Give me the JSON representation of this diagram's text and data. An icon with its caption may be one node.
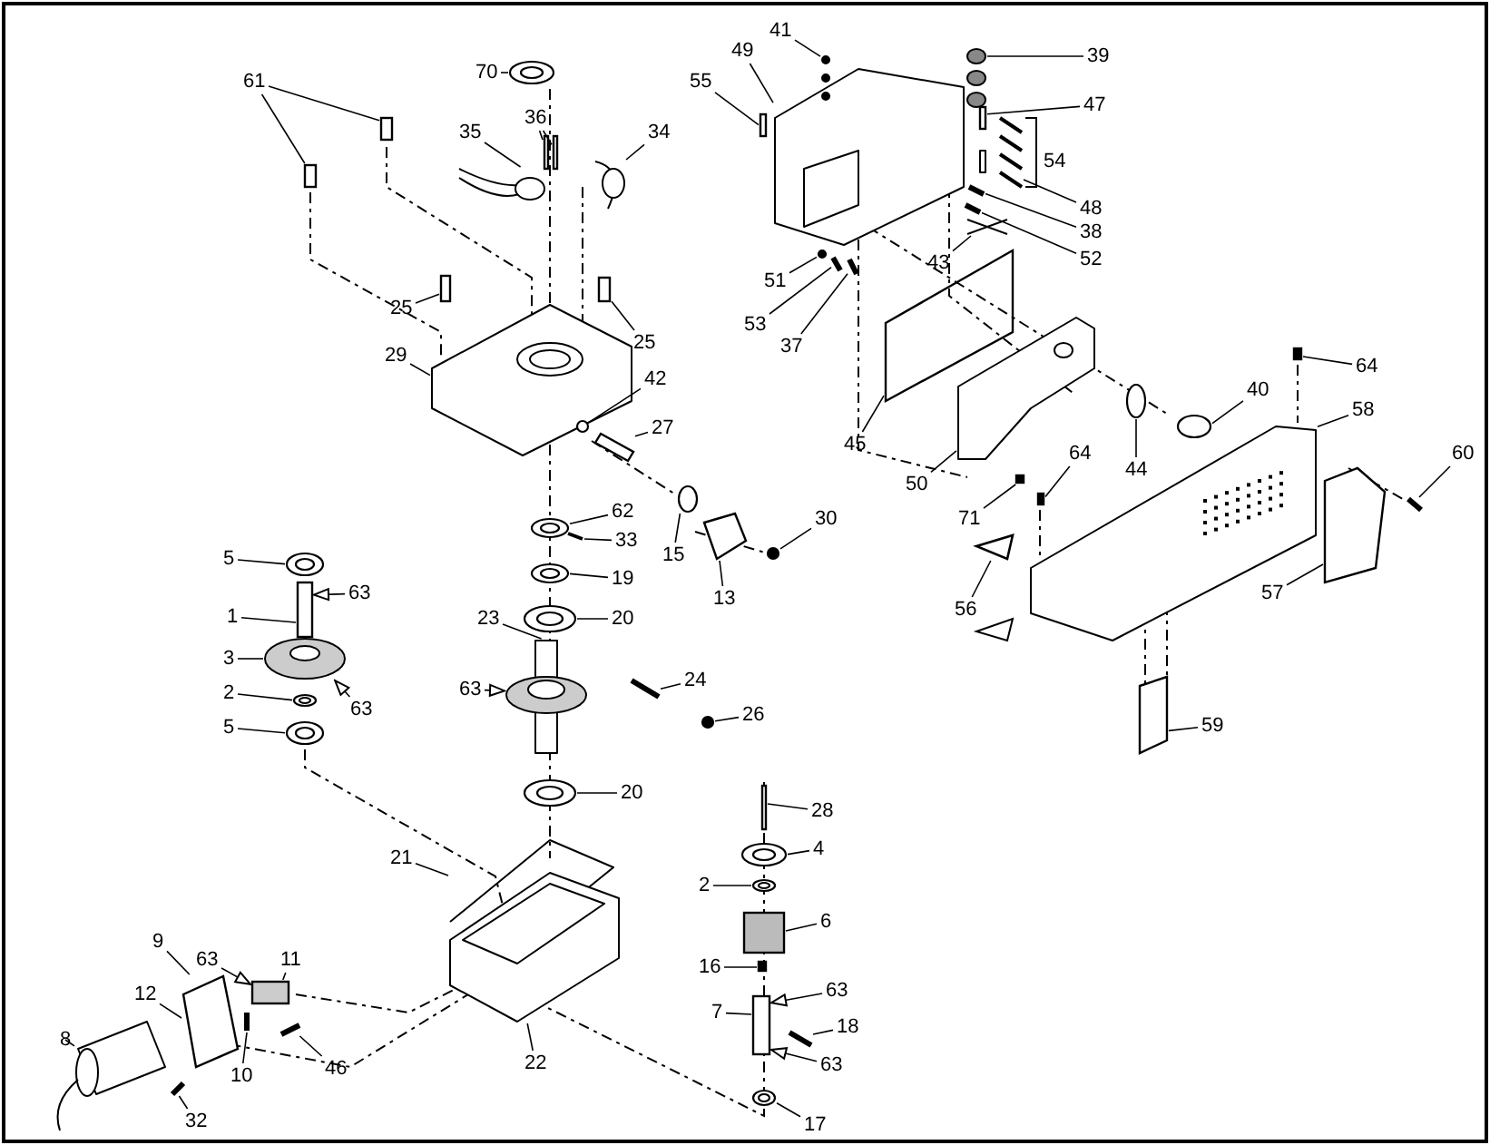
{
  "diagram": {
    "nodes": [
      {
        "text": [
          "70"
        ]
      },
      {
        "text": [
          "61"
        ]
      },
      {
        "text": [
          "36"
        ]
      },
      {
        "text": [
          "35"
        ]
      },
      {
        "text": [
          "34"
        ]
      },
      {
        "text": [
          "55"
        ]
      },
      {
        "text": [
          "49"
        ]
      },
      {
        "text": [
          "41"
        ]
      },
      {
        "text": [
          "39"
        ]
      },
      {
        "text": [
          "47"
        ]
      },
      {
        "text": [
          "48"
        ]
      },
      {
        "text": [
          "38"
        ]
      },
      {
        "text": [
          "52"
        ]
      },
      {
        "text": [
          "43"
        ]
      },
      {
        "text": [
          "51"
        ]
      },
      {
        "text": [
          "53"
        ]
      },
      {
        "text": [
          "37"
        ]
      },
      {
        "text": [
          "25"
        ]
      },
      {
        "text": [
          "25"
        ]
      },
      {
        "text": [
          "29"
        ]
      },
      {
        "text": [
          "42"
        ]
      },
      {
        "text": [
          "27"
        ]
      },
      {
        "text": [
          "45"
        ]
      },
      {
        "text": [
          "50"
        ]
      },
      {
        "text": [
          "64"
        ]
      },
      {
        "text": [
          "40"
        ]
      },
      {
        "text": [
          "58"
        ]
      },
      {
        "text": [
          "60"
        ]
      },
      {
        "text": [
          "44"
        ]
      },
      {
        "text": [
          "64"
        ]
      },
      {
        "text": [
          "62"
        ]
      },
      {
        "text": [
          "71"
        ]
      },
      {
        "text": [
          "30"
        ]
      },
      {
        "text": [
          "33"
        ]
      },
      {
        "text": [
          "15"
        ]
      },
      {
        "text": [
          "5"
        ]
      },
      {
        "text": [
          "19"
        ]
      },
      {
        "text": [
          "63"
        ]
      },
      {
        "text": [
          "13"
        ]
      },
      {
        "text": [
          "57"
        ]
      },
      {
        "text": [
          "56"
        ]
      },
      {
        "text": [
          "1"
        ]
      },
      {
        "text": [
          "20"
        ]
      },
      {
        "text": [
          "23"
        ]
      },
      {
        "text": [
          "3"
        ]
      },
      {
        "text": [
          "24"
        ]
      },
      {
        "text": [
          "63"
        ]
      },
      {
        "text": [
          "2"
        ]
      },
      {
        "text": [
          "63"
        ]
      },
      {
        "text": [
          "26"
        ]
      },
      {
        "text": [
          "5"
        ]
      },
      {
        "text": [
          "59"
        ]
      },
      {
        "text": [
          "20"
        ]
      },
      {
        "text": [
          "28"
        ]
      },
      {
        "text": [
          "4"
        ]
      },
      {
        "text": [
          "21"
        ]
      },
      {
        "text": [
          "2"
        ]
      },
      {
        "text": [
          "6"
        ]
      },
      {
        "text": [
          "9"
        ]
      },
      {
        "text": [
          "63"
        ]
      },
      {
        "text": [
          "11"
        ]
      },
      {
        "text": [
          "16"
        ]
      },
      {
        "text": [
          "63"
        ]
      },
      {
        "text": [
          "12"
        ]
      },
      {
        "text": [
          "7"
        ]
      },
      {
        "text": [
          "18"
        ]
      },
      {
        "text": [
          "8"
        ]
      },
      {
        "text": [
          "46"
        ]
      },
      {
        "text": [
          "22"
        ]
      },
      {
        "text": [
          "63"
        ]
      },
      {
        "text": [
          "10"
        ]
      },
      {
        "text": [
          "32"
        ]
      },
      {
        "text": [
          "17"
        ]
      },
      {
        "text": [],
        "shape": "circle"
      },
      {
        "text": [],
        "shape": "box"
      },
      {
        "text": [],
        "shape": "box"
      },
      {
        "text": [],
        "shape": "box"
      },
      {
        "text": [],
        "shape": "box"
      },
      {
        "text": [],
        "shape": "picture"
      },
      {
        "text": [],
        "shape": "picture"
      },
      {
        "text": [],
        "shape": "box"
      },
      {
        "text": [],
        "shape": "picture"
      },
      {
        "text": [],
        "shape": "picture"
      },
      {
        "text": [],
        "shape": "picture"
      },
      {
        "text": [],
        "shape": "box"
      },
      {
        "text": [],
        "shape": "picture"
      },
      {
        "text": [],
        "shape": "bar"
      },
      {
        "text": [],
        "shape": "bar"
      },
      {
        "text": [],
        "shape": "picture"
      },
      {
        "text": [],
        "shape": "circle"
      },
      {
        "text": [],
        "shape": "bar"
      },
      {
        "text": [],
        "shape": "bar"
      },
      {
        "text": [],
        "shape": "box"
      },
      {
        "text": [],
        "shape": "box"
      },
      {
        "text": [],
        "shape": "picture"
      },
      {
        "text": [],
        "shape": "circle"
      },
      {
        "text": [],
        "shape": "box"
      },
      {
        "text": [],
        "shape": "box"
      },
      {
        "text": [],
        "shape": "picture"
      },
      {
        "text": [],
        "shape": "box"
      },
      {
        "text": [],
        "shape": "circle"
      },
      {
        "text": [],
        "shape": "picture"
      },
      {
        "text": [],
        "shape": "bar"
      },
      {
        "text": [],
        "shape": "circle"
      },
      {
        "text": [],
        "shape": "box"
      },
      {
        "text": [],
        "shape": "circle"
      },
      {
        "text": [],
        "shape": "box"
      },
      {
        "text": [],
        "shape": "circle"
      },
      {
        "text": [],
        "shape": "bar"
      },
      {
        "text": [],
        "shape": "circle"
      },
      {
        "text": [],
        "shape": "circle"
      },
      {
        "text": [],
        "shape": "circle"
      },
      {
        "text": [],
        "shape": "box"
      },
      {
        "text": [],
        "shape": "box"
      },
      {
        "text": [],
        "shape": "box"
      },
      {
        "text": [],
        "shape": "triangle"
      },
      {
        "text": [],
        "shape": "circle"
      },
      {
        "text": [],
        "shape": "picture"
      },
      {
        "text": [],
        "shape": "picture"
      },
      {
        "text": [],
        "shape": "bar"
      },
      {
        "text": [],
        "shape": "circle"
      },
      {
        "text": [],
        "shape": "circle"
      },
      {
        "text": [],
        "shape": "circle"
      },
      {
        "text": [],
        "shape": "box"
      },
      {
        "text": [],
        "shape": "circle"
      },
      {
        "text": [],
        "shape": "box"
      },
      {
        "text": [],
        "shape": "circle"
      },
      {
        "text": [],
        "shape": "picture"
      },
      {
        "text": [],
        "shape": "circle"
      },
      {
        "text": [],
        "shape": "box"
      },
      {
        "text": [],
        "shape": "box"
      },
      {
        "text": [],
        "shape": "box"
      },
      {
        "text": [],
        "shape": "box"
      },
      {
        "text": [],
        "shape": "box"
      },
      {
        "text": [],
        "shape": "bar"
      },
      {
        "text": [],
        "shape": "picture"
      },
      {
        "text": [],
        "shape": "bar"
      },
      {
        "text": [],
        "shape": "picture"
      },
      {
        "text": [],
        "shape": "bar"
      },
      {
        "text": [],
        "shape": "bar"
      },
      {
        "text": [],
        "shape": "circle"
      }
    ],
    "edges": [
      {
        "from": 0,
        "to": 73,
        "arrow": "none"
      },
      {
        "from": 1,
        "to": 74,
        "arrow": "none"
      },
      {
        "from": 1,
        "to": 75,
        "arrow": "none"
      },
      {
        "from": 2,
        "to": 76,
        "arrow": "none"
      },
      {
        "from": 2,
        "to": 77,
        "arrow": "none"
      },
      {
        "from": 3,
        "to": 78,
        "arrow": "none"
      },
      {
        "from": 4,
        "to": 79,
        "arrow": "none"
      },
      {
        "from": 5,
        "to": 80,
        "arrow": "none"
      },
      {
        "from": 6,
        "to": 81,
        "arrow": "none"
      },
      {
        "from": 7,
        "to": 82,
        "arrow": "none"
      },
      {
        "from": 8,
        "to": 83,
        "arrow": "none"
      },
      {
        "from": 9,
        "to": 84,
        "arrow": "none"
      },
      {
        "from": 10,
        "to": 85,
        "arrow": "none"
      },
      {
        "from": 11,
        "to": 86,
        "arrow": "none"
      },
      {
        "from": 12,
        "to": 87,
        "arrow": "none"
      },
      {
        "from": 13,
        "to": 88,
        "arrow": "none"
      },
      {
        "from": 14,
        "to": 89,
        "arrow": "none"
      },
      {
        "from": 15,
        "to": 90,
        "arrow": "none"
      },
      {
        "from": 16,
        "to": 91,
        "arrow": "none"
      },
      {
        "from": 17,
        "to": 92,
        "arrow": "none"
      },
      {
        "from": 18,
        "to": 93,
        "arrow": "none"
      },
      {
        "from": 19,
        "to": 94,
        "arrow": "none"
      },
      {
        "from": 20,
        "to": 95,
        "arrow": "none"
      },
      {
        "from": 21,
        "to": 96,
        "arrow": "none"
      },
      {
        "from": 22,
        "to": 97,
        "arrow": "none"
      },
      {
        "from": 23,
        "to": 98,
        "arrow": "none"
      },
      {
        "from": 24,
        "to": 99,
        "arrow": "none"
      },
      {
        "from": 25,
        "to": 100,
        "arrow": "none"
      },
      {
        "from": 26,
        "to": 101,
        "arrow": "none"
      },
      {
        "from": 27,
        "to": 102,
        "arrow": "none"
      },
      {
        "from": 28,
        "to": 103,
        "arrow": "none"
      },
      {
        "from": 29,
        "to": 104,
        "arrow": "none"
      },
      {
        "from": 30,
        "to": 105,
        "arrow": "none"
      },
      {
        "from": 31,
        "to": 106,
        "arrow": "none"
      },
      {
        "from": 32,
        "to": 107,
        "arrow": "none"
      },
      {
        "from": 33,
        "to": 108,
        "arrow": "none"
      },
      {
        "from": 34,
        "to": 109,
        "arrow": "none"
      },
      {
        "from": 35,
        "to": 110,
        "arrow": "none"
      },
      {
        "from": 36,
        "to": 111,
        "arrow": "none"
      },
      {
        "from": 37,
        "to": 112,
        "arrow": "to"
      },
      {
        "from": 38,
        "to": 113,
        "arrow": "none"
      },
      {
        "from": 39,
        "to": 114,
        "arrow": "none"
      },
      {
        "from": 40,
        "to": 115,
        "arrow": "none"
      },
      {
        "from": 41,
        "to": 112,
        "arrow": "none"
      },
      {
        "from": 42,
        "to": 116,
        "arrow": "none"
      },
      {
        "from": 43,
        "to": 117,
        "arrow": "none"
      },
      {
        "from": 44,
        "to": 118,
        "arrow": "none"
      },
      {
        "from": 45,
        "to": 119,
        "arrow": "none"
      },
      {
        "from": 46,
        "to": 117,
        "arrow": "to"
      },
      {
        "from": 47,
        "to": 120,
        "arrow": "none"
      },
      {
        "from": 48,
        "to": 118,
        "arrow": "to"
      },
      {
        "from": 49,
        "to": 121,
        "arrow": "none"
      },
      {
        "from": 50,
        "to": 122,
        "arrow": "none"
      },
      {
        "from": 51,
        "to": 123,
        "arrow": "none"
      },
      {
        "from": 52,
        "to": 124,
        "arrow": "none"
      },
      {
        "from": 53,
        "to": 125,
        "arrow": "none"
      },
      {
        "from": 54,
        "to": 126,
        "arrow": "none"
      },
      {
        "from": 55,
        "to": 127,
        "arrow": "none"
      },
      {
        "from": 56,
        "to": 128,
        "arrow": "none"
      },
      {
        "from": 57,
        "to": 129,
        "arrow": "none"
      },
      {
        "from": 58,
        "to": 130,
        "arrow": "none"
      },
      {
        "from": 59,
        "to": 131,
        "arrow": "to"
      },
      {
        "from": 60,
        "to": 131,
        "arrow": "none"
      },
      {
        "from": 61,
        "to": 132,
        "arrow": "none"
      },
      {
        "from": 62,
        "to": 133,
        "arrow": "to"
      },
      {
        "from": 63,
        "to": 130,
        "arrow": "none"
      },
      {
        "from": 64,
        "to": 133,
        "arrow": "none"
      },
      {
        "from": 65,
        "to": 134,
        "arrow": "none"
      },
      {
        "from": 66,
        "to": 135,
        "arrow": "none"
      },
      {
        "from": 67,
        "to": 136,
        "arrow": "none"
      },
      {
        "from": 68,
        "to": 137,
        "arrow": "none"
      },
      {
        "from": 69,
        "to": 133,
        "arrow": "to"
      },
      {
        "from": 70,
        "to": 138,
        "arrow": "none"
      },
      {
        "from": 71,
        "to": 139,
        "arrow": "none"
      },
      {
        "from": 72,
        "to": 140,
        "arrow": "none"
      }
    ],
    "labels": [
      "54"
    ]
  }
}
